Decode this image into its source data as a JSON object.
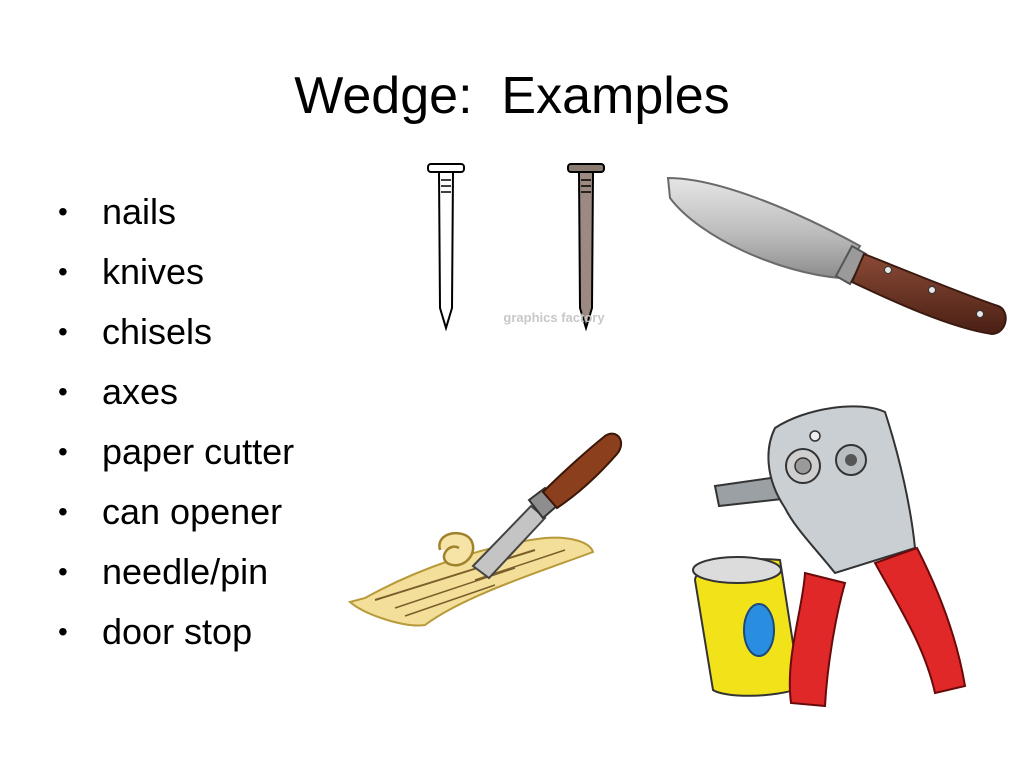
{
  "slide": {
    "title": "Wedge:  Examples",
    "bullet_glyph": "•",
    "items": [
      "nails",
      "knives",
      "chisels",
      "axes",
      "paper cutter",
      "can opener",
      "needle/pin",
      "door stop"
    ]
  },
  "images": [
    {
      "icon": "nails-icon",
      "watermark": "graphics factory"
    },
    {
      "icon": "knife-icon"
    },
    {
      "icon": "chisel-icon"
    },
    {
      "icon": "can-opener-icon"
    }
  ]
}
